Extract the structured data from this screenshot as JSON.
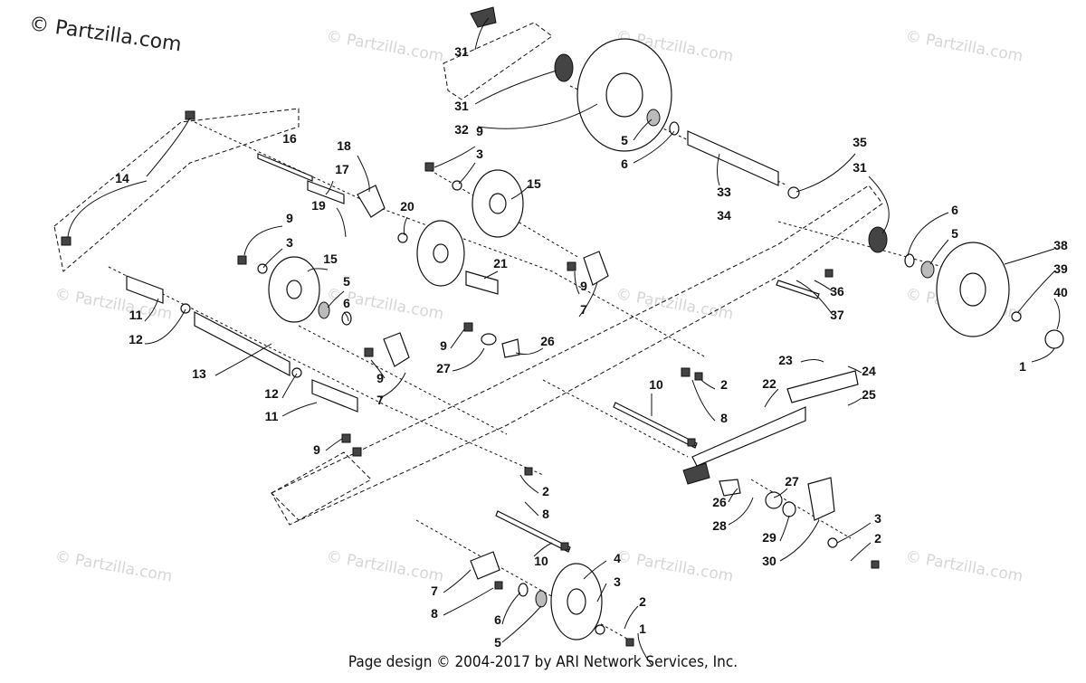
{
  "brand": "© Partzilla.com",
  "watermark": "© Partzilla.com",
  "footer": "Page design © 2004-2017 by ARI Network Services, Inc.",
  "callouts": [
    "1",
    "2",
    "3",
    "4",
    "5",
    "6",
    "7",
    "8",
    "9",
    "10",
    "11",
    "12",
    "13",
    "14",
    "15",
    "16",
    "17",
    "18",
    "19",
    "20",
    "21",
    "22",
    "23",
    "24",
    "25",
    "26",
    "27",
    "28",
    "29",
    "30",
    "31",
    "32",
    "33",
    "34",
    "35",
    "36",
    "37",
    "38",
    "39",
    "40"
  ]
}
